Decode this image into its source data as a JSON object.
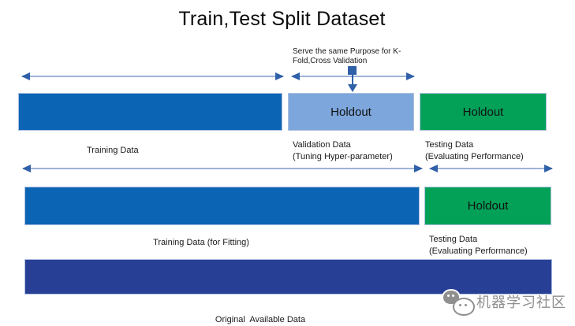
{
  "title": "Train,Test Split Dataset",
  "annotation": {
    "line1": "Serve the same Purpose for K-",
    "line2": "Fold,Cross Validation"
  },
  "bars": {
    "row1_training": {
      "color": "#0c64b4"
    },
    "row1_validation_holdout": {
      "label": "Holdout",
      "color": "#7da7dc"
    },
    "row1_testing_holdout": {
      "label": "Holdout",
      "color": "#03a158"
    },
    "row2_training": {
      "color": "#0c64b4"
    },
    "row2_testing_holdout": {
      "label": "Holdout",
      "color": "#03a158"
    },
    "row3_original": {
      "color": "#283f96"
    }
  },
  "labels": {
    "row1_training": "Training Data",
    "row1_validation_line1": "Validation Data",
    "row1_validation_line2": "(Tuning Hyper-parameter)",
    "row1_testing_line1": "Testing Data",
    "row1_testing_line2": "(Evaluating Performance)",
    "row2_training": "Training Data (for Fitting)",
    "row2_testing_line1": "Testing Data",
    "row2_testing_line2": "(Evaluating Performance)",
    "row3_original": "Original  Available Data"
  },
  "watermark": {
    "icon": "chat-bubbles-icon",
    "text": "机器学习社区"
  },
  "colors": {
    "arrow_line": "#9db3d8",
    "arrow_head": "#3060a8"
  }
}
